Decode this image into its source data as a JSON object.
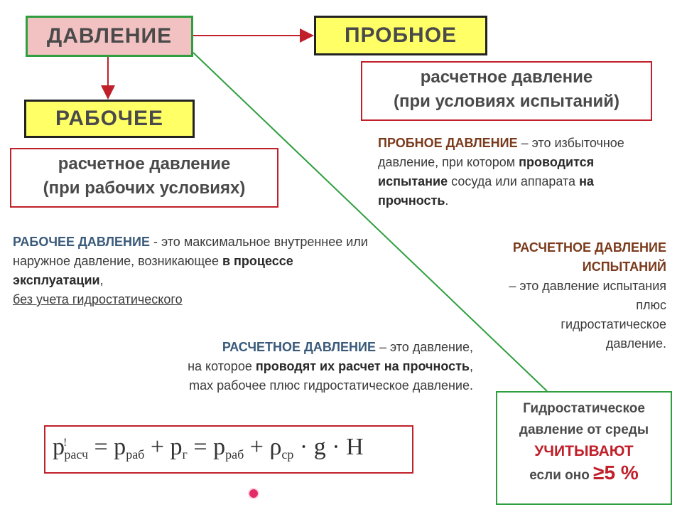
{
  "nodes": {
    "pressure": "ДАВЛЕНИЕ",
    "test": "ПРОБНОЕ",
    "working": "РАБОЧЕЕ"
  },
  "calc_work_box": [
    "расчетное давление",
    "(при рабочих условиях)"
  ],
  "calc_test_box": [
    "расчетное давление",
    "(при условиях испытаний)"
  ],
  "working_def": {
    "term": "РАБОЧЕЕ ДАВЛЕНИЕ",
    "text1": " - это максимальное внутреннее или наружное давление, возникающее ",
    "bold": "в процессе эксплуатации",
    "text2": ",",
    "underlined": "без учета гидростатического"
  },
  "calc_def": {
    "term": "РАСЧЕТНОЕ ДАВЛЕНИЕ",
    "text1": " – это давление,",
    "text2": "на которое ",
    "bold": "проводят их расчет на прочность",
    "text3": ",",
    "text4": "max рабочее плюс гидростатическое давление."
  },
  "test_def": {
    "term": "ПРОБНОЕ ДАВЛЕНИЕ",
    "text1": " – это избыточное давление, при котором ",
    "bold1": "проводится испытание",
    "text2": " сосуда или аппарата ",
    "bold2": "на прочность",
    "text3": "."
  },
  "calc_test_def": {
    "term_line1": "РАСЧЕТНОЕ ДАВЛЕНИЕ",
    "term_line2": "ИСПЫТАНИЙ",
    "lines": [
      "– это давление испытания",
      "плюс",
      "гидростатическое",
      "давление."
    ]
  },
  "formula": {
    "p1": "p",
    "mark": "!",
    "sub1": "расч",
    "eq1": " = p",
    "sub2": "раб",
    "plus1": " + p",
    "sub3": "г",
    "eq2": " = p",
    "sub4": "раб",
    "plus2": " + ρ",
    "sub5": "ср",
    "tail": " · g · H"
  },
  "hydro_box": {
    "line1": "Гидростатическое",
    "line2": "давление от среды",
    "emph": "УЧИТЫВАЮТ",
    "line4": "если оно ",
    "threshold": "≥5 %"
  },
  "colors": {
    "yellow_fill": "#ffff66",
    "pink_fill": "#f2c2c2",
    "red_border": "#c0202a",
    "green_line": "#2e9e3e",
    "arrow": "#c0202a"
  }
}
